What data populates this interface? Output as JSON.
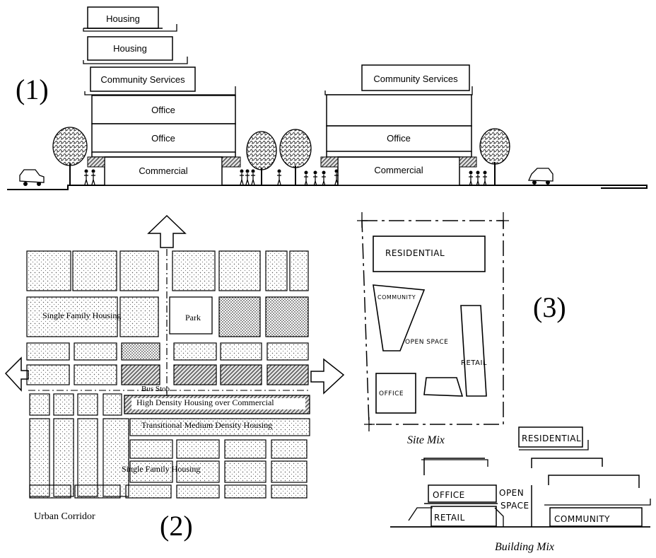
{
  "panel1": {
    "label": "(1)",
    "left_building": [
      "Housing",
      "Housing",
      "Community Services",
      "Office",
      "Office",
      "Commercial"
    ],
    "right_building": [
      "Community Services",
      "Office",
      "Commercial"
    ]
  },
  "panel2": {
    "label": "(2)",
    "caption": "Urban Corridor",
    "labels": {
      "single_family_top": "Single Family Housing",
      "park": "Park",
      "bus_stop": "Bus Stop",
      "high_density": "High Density Housing over Commercial",
      "transitional": "Transitional Medium Density Housing",
      "single_family_bottom": "Single Family Housing"
    }
  },
  "panel3": {
    "label": "(3)",
    "site_caption": "Site Mix",
    "building_caption": "Building Mix",
    "site_labels": {
      "residential": "RESIDENTIAL",
      "community": "COMMUNITY",
      "open_space": "OPEN SPACE",
      "retail": "RETAIL",
      "office": "OFFICE"
    },
    "building_labels": {
      "residential": "RESIDENTIAL",
      "office": "OFFICE",
      "retail": "RETAIL",
      "open_space_1": "OPEN",
      "open_space_2": "SPACE",
      "community": "COMMUNITY"
    }
  }
}
